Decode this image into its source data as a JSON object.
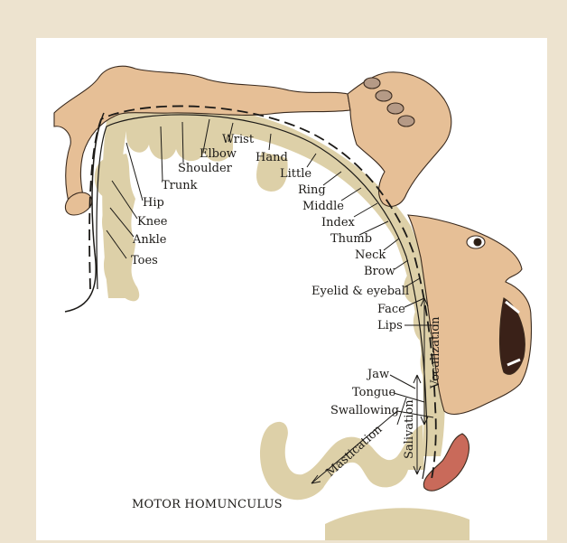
{
  "colors": {
    "background": "#ede3cf",
    "panel": "#ffffff",
    "cortex": "#ddd0a8",
    "skin": "#e6bf96",
    "skin_outline": "#3a2a1e",
    "tongue": "#c96a5a",
    "ink": "#1c1a17"
  },
  "icons": [
    "cortex-cross-section",
    "foot-illustration",
    "leg-and-trunk-illustration",
    "hand-illustration",
    "face-illustration",
    "tongue-illustration"
  ],
  "caption": "MOTOR HOMUNCULUS",
  "labels": {
    "toes": "Toes",
    "ankle": "Ankle",
    "knee": "Knee",
    "hip": "Hip",
    "trunk": "Trunk",
    "shoulder": "Shoulder",
    "elbow": "Elbow",
    "wrist": "Wrist",
    "hand": "Hand",
    "little": "Little",
    "ring": "Ring",
    "middle": "Middle",
    "index": "Index",
    "thumb": "Thumb",
    "neck": "Neck",
    "brow": "Brow",
    "eyelid": "Eyelid & eyeball",
    "face": "Face",
    "lips": "Lips",
    "jaw": "Jaw",
    "tongue": "Tongue",
    "swallowing": "Swallowing",
    "mastication": "Mastication",
    "salivation": "Salivation",
    "vocalization": "Vocalization"
  }
}
